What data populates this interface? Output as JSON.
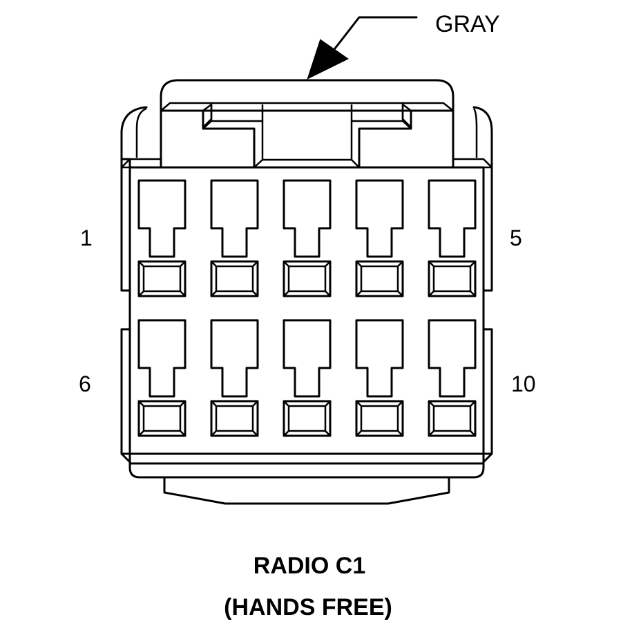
{
  "callout": {
    "label": "GRAY"
  },
  "pin_labels": {
    "top_left": "1",
    "top_right": "5",
    "bottom_left": "6",
    "bottom_right": "10"
  },
  "caption": {
    "line1": "RADIO C1",
    "line2": "(HANDS FREE)"
  },
  "connector": {
    "rows": 2,
    "cavities_per_row": 5
  }
}
